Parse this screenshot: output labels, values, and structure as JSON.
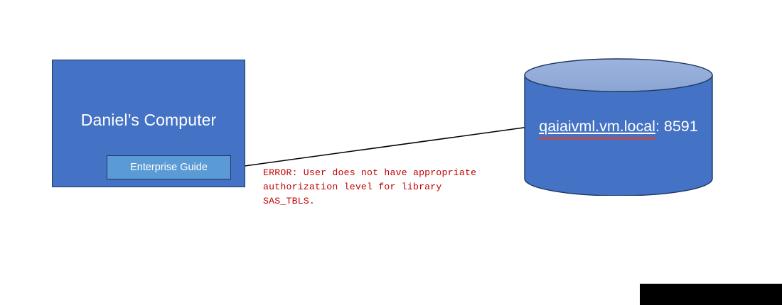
{
  "diagram": {
    "computer": {
      "title": "Daniel’s Computer",
      "fill_color": "#4472C4",
      "border_color": "#1F3864",
      "app_button": {
        "label": "Enterprise Guide",
        "fill_color": "#5B9BD5",
        "border_color": "#1F3864"
      }
    },
    "server": {
      "hostname": "qaiaivml.vm.local",
      "separator": ": ",
      "port": "8591",
      "body_color": "#4472C4",
      "top_color": "#93ACD9",
      "border_color": "#1F3864",
      "spellcheck_underline_color": "#E8402A"
    },
    "connector": {
      "color": "#000000",
      "from": "enterprise-guide-button",
      "to": "database-cylinder"
    },
    "error": {
      "text": "ERROR: User does not have appropriate\nauthorization level for library\nSAS_TBLS.",
      "color": "#C00000"
    },
    "redaction": {
      "color": "#000000"
    }
  }
}
